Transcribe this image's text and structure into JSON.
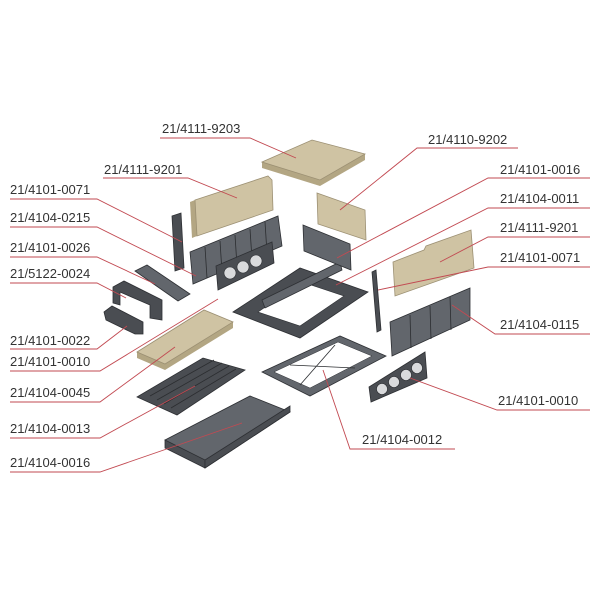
{
  "diagram": {
    "parts": [
      {
        "id": "p9203",
        "label": "21/4111-9203"
      },
      {
        "id": "p9202",
        "label": "21/4110-9202"
      },
      {
        "id": "p9201L",
        "label": "21/4111-9201"
      },
      {
        "id": "p0016R",
        "label": "21/4101-0016"
      },
      {
        "id": "p0071L",
        "label": "21/4101-0071"
      },
      {
        "id": "p0011",
        "label": "21/4104-0011"
      },
      {
        "id": "p0215",
        "label": "21/4104-0215"
      },
      {
        "id": "p9201R",
        "label": "21/4111-9201"
      },
      {
        "id": "p0026",
        "label": "21/4101-0026"
      },
      {
        "id": "p0071R",
        "label": "21/4101-0071"
      },
      {
        "id": "p5122",
        "label": "21/5122-0024"
      },
      {
        "id": "p0115",
        "label": "21/4104-0115"
      },
      {
        "id": "p0022",
        "label": "21/4101-0022"
      },
      {
        "id": "p0010L",
        "label": "21/4101-0010"
      },
      {
        "id": "p0045",
        "label": "21/4104-0045"
      },
      {
        "id": "p0010R",
        "label": "21/4101-0010"
      },
      {
        "id": "p0013",
        "label": "21/4104-0013"
      },
      {
        "id": "p0012",
        "label": "21/4104-0012"
      },
      {
        "id": "p0016L",
        "label": "21/4104-0016"
      }
    ],
    "colors": {
      "leader": "#c24a52",
      "ceramic": "#cfc3a3",
      "cast_iron": "#4a4d52"
    }
  }
}
